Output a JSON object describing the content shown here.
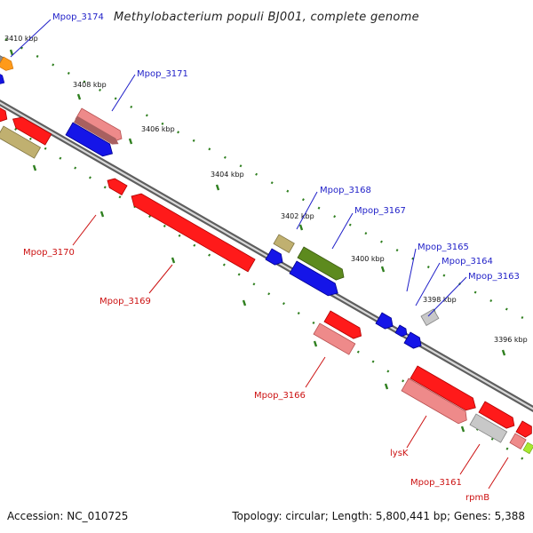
{
  "title": "Methylobacterium populi BJ001, complete genome",
  "accession": "Accession: NC_010725",
  "summary": "Topology: circular; Length: 5,800,441 bp; Genes: 5,388",
  "scale_labels": [
    "3410 kbp",
    "3408 kbp",
    "3406 kbp",
    "3404 kbp",
    "3402 kbp",
    "3400 kbp",
    "3398 kbp",
    "3396 kbp"
  ],
  "colors": {
    "forward_label": "#1f1fc8",
    "reverse_label": "#cc1111",
    "backbone": "#777777",
    "tick": "#2f7f1f"
  },
  "genes_forward": [
    "Mpop_3174",
    "Mpop_3171",
    "Mpop_3168",
    "Mpop_3167",
    "Mpop_3165",
    "Mpop_3164",
    "Mpop_3163"
  ],
  "genes_reverse": [
    "Mpop_3170",
    "Mpop_3169",
    "Mpop_3166",
    "lysK",
    "Mpop_3161",
    "rpmB"
  ]
}
